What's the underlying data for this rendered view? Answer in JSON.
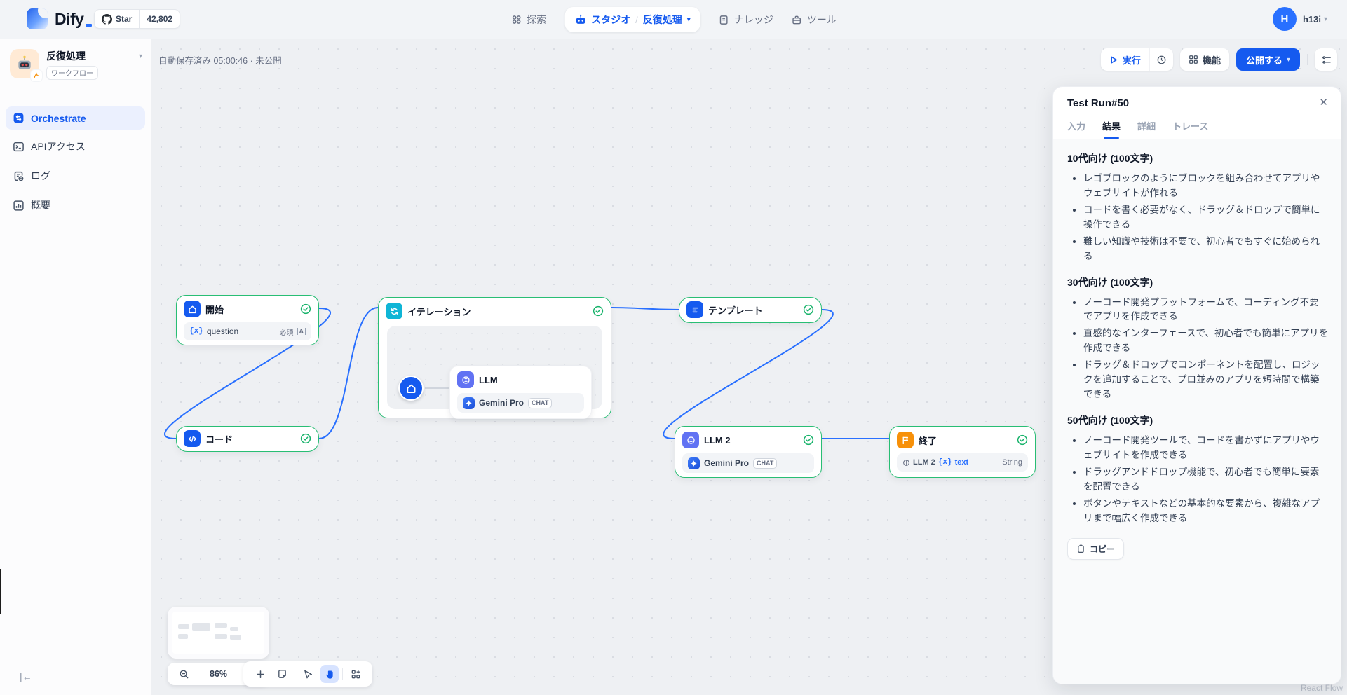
{
  "colors": {
    "primary": "#155aef",
    "edge": "#2970ff",
    "success": "#17b26a",
    "iteration": "#0fb5d6",
    "llm": "#6172f3",
    "end": "#f79009"
  },
  "header": {
    "logo_text": "Dify",
    "github": {
      "star_label": "Star",
      "star_count": "42,802"
    },
    "nav": {
      "explore": "探索",
      "studio": "スタジオ",
      "studio_app": "反復処理",
      "knowledge": "ナレッジ",
      "tools": "ツール"
    },
    "user": {
      "initial": "H",
      "name": "h13i"
    }
  },
  "sidebar": {
    "app": {
      "name": "反復処理",
      "type_badge": "ワークフロー"
    },
    "items": [
      {
        "label": "Orchestrate",
        "active": true
      },
      {
        "label": "APIアクセス",
        "active": false
      },
      {
        "label": "ログ",
        "active": false
      },
      {
        "label": "概要",
        "active": false
      }
    ]
  },
  "canvas": {
    "autosave": "自動保存済み 05:00:46 · 未公開",
    "actions": {
      "run": "実行",
      "features": "機能",
      "publish": "公開する"
    },
    "zoom": "86%",
    "watermark": "React Flow",
    "nodes": {
      "start": {
        "title": "開始",
        "var_icon": "{x}",
        "var": "question",
        "required": "必須",
        "type_glyph": "A"
      },
      "code": {
        "title": "コード"
      },
      "iteration": {
        "title": "イテレーション",
        "inner_llm": {
          "title": "LLM",
          "model": "Gemini Pro",
          "mode": "CHAT"
        }
      },
      "template": {
        "title": "テンプレート"
      },
      "llm2": {
        "title": "LLM 2",
        "model": "Gemini Pro",
        "mode": "CHAT"
      },
      "end": {
        "title": "終了",
        "ref_node": "LLM 2",
        "var_icon": "{x}",
        "ref_var": "text",
        "type": "String"
      }
    }
  },
  "panel": {
    "title": "Test Run#50",
    "tabs": [
      {
        "label": "入力",
        "active": false
      },
      {
        "label": "結果",
        "active": true
      },
      {
        "label": "詳細",
        "active": false
      },
      {
        "label": "トレース",
        "active": false
      }
    ],
    "sections": [
      {
        "heading": "10代向け (100文字)",
        "bullets": [
          "レゴブロックのようにブロックを組み合わせてアプリやウェブサイトが作れる",
          "コードを書く必要がなく、ドラッグ＆ドロップで簡単に操作できる",
          "難しい知識や技術は不要で、初心者でもすぐに始められる"
        ]
      },
      {
        "heading": "30代向け (100文字)",
        "bullets": [
          "ノーコード開発プラットフォームで、コーディング不要でアプリを作成できる",
          "直感的なインターフェースで、初心者でも簡単にアプリを作成できる",
          "ドラッグ＆ドロップでコンポーネントを配置し、ロジックを追加することで、プロ並みのアプリを短時間で構築できる"
        ]
      },
      {
        "heading": "50代向け (100文字)",
        "bullets": [
          "ノーコード開発ツールで、コードを書かずにアプリやウェブサイトを作成できる",
          "ドラッグアンドドロップ機能で、初心者でも簡単に要素を配置できる",
          "ボタンやテキストなどの基本的な要素から、複雑なアプリまで幅広く作成できる"
        ]
      }
    ],
    "copy_label": "コピー"
  }
}
